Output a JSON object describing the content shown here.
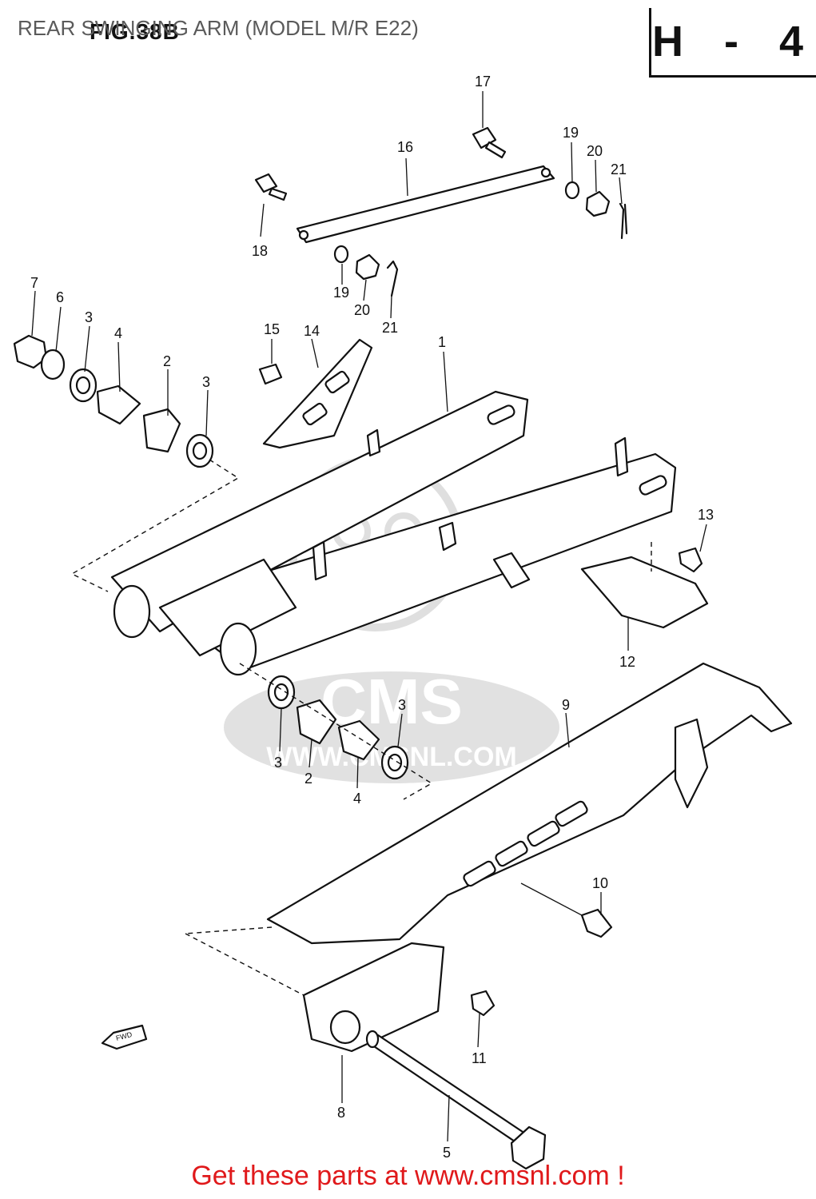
{
  "header": {
    "title": "REAR SWINGING ARM (MODEL M/R E22)",
    "figure_label": "FIG.38B",
    "page_code": "H - 4"
  },
  "watermark": {
    "brand": "CMS",
    "url": "WWW.CMSNL.COM"
  },
  "footer": {
    "text": "Get these parts at www.cmsnl.com !",
    "color": "#e0191b"
  },
  "parts": [
    {
      "ref": "1"
    },
    {
      "ref": "2"
    },
    {
      "ref": "3"
    },
    {
      "ref": "4"
    },
    {
      "ref": "5"
    },
    {
      "ref": "6"
    },
    {
      "ref": "7"
    },
    {
      "ref": "8"
    },
    {
      "ref": "9"
    },
    {
      "ref": "10"
    },
    {
      "ref": "11"
    },
    {
      "ref": "12"
    },
    {
      "ref": "13"
    },
    {
      "ref": "14"
    },
    {
      "ref": "15"
    },
    {
      "ref": "16"
    },
    {
      "ref": "17"
    },
    {
      "ref": "18"
    },
    {
      "ref": "19"
    },
    {
      "ref": "20"
    },
    {
      "ref": "21"
    }
  ],
  "direction_arrow": "FWD",
  "colors": {
    "line": "#111111",
    "watermark": "#d9d9d9"
  }
}
